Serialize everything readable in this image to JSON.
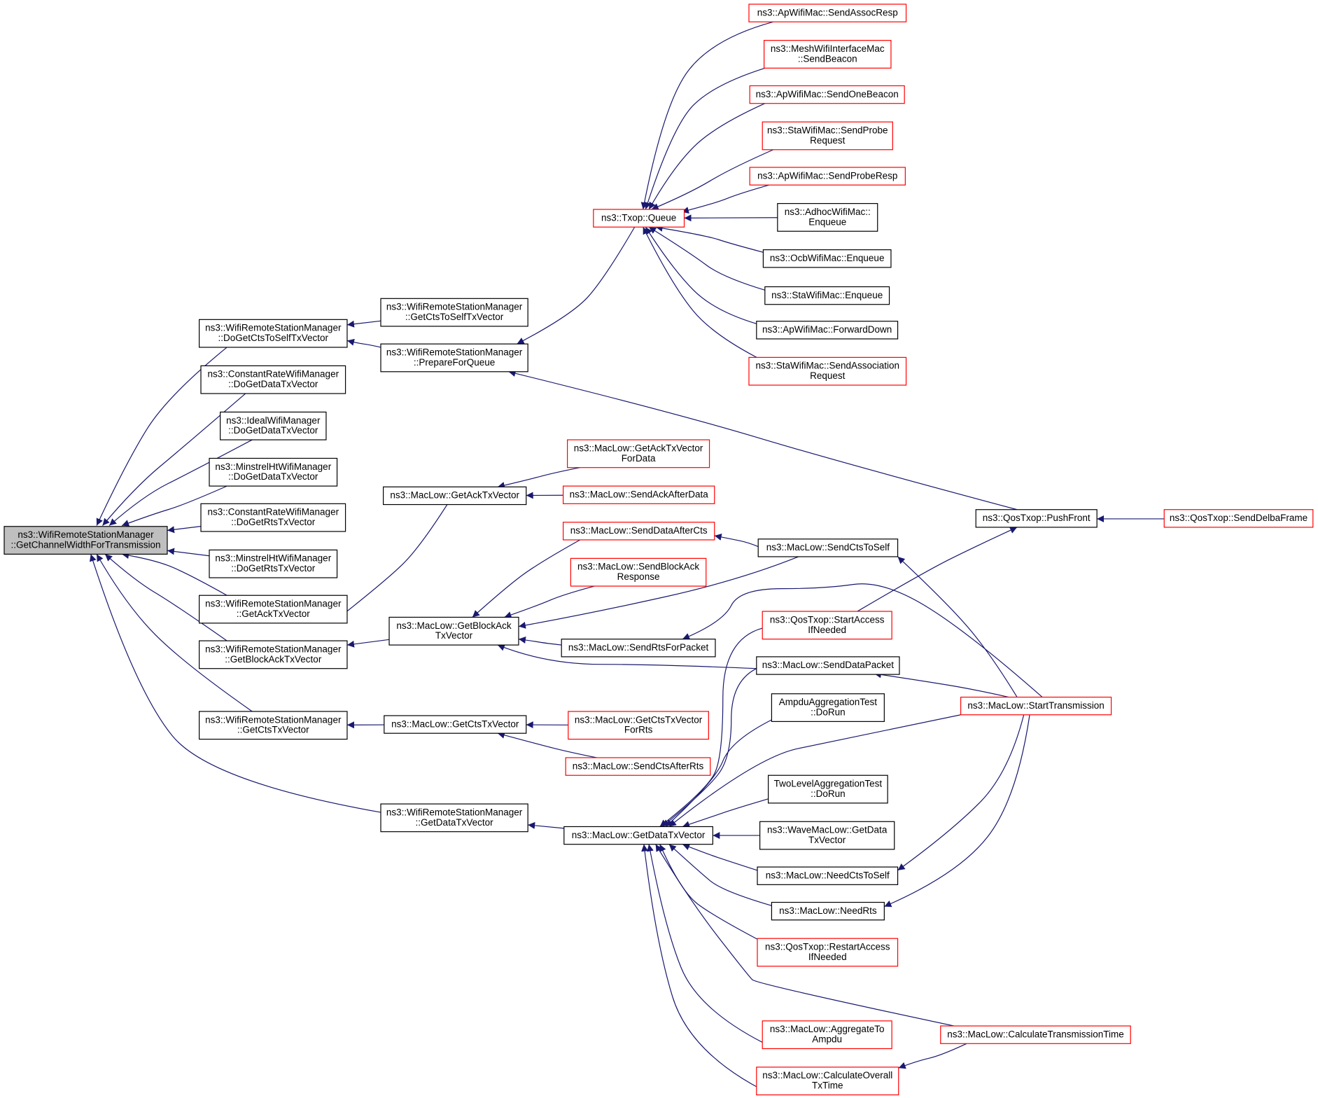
{
  "colors": {
    "edge": "#191970",
    "border_normal": "#000000",
    "border_truncated": "#ff0000",
    "root_fill": "#bfbfbf",
    "node_fill": "#ffffff",
    "text": "#000000"
  },
  "nodes": [
    {
      "id": "root",
      "lines": [
        "ns3::WifiRemoteStationManager",
        "::GetChannelWidthForTransmission"
      ],
      "style": "root"
    },
    {
      "id": "doGetCtsToSelf",
      "lines": [
        "ns3::WifiRemoteStationManager",
        "::DoGetCtsToSelfTxVector"
      ],
      "style": "normal"
    },
    {
      "id": "constDoGetData",
      "lines": [
        "ns3::ConstantRateWifiManager",
        "::DoGetDataTxVector"
      ],
      "style": "normal"
    },
    {
      "id": "idealDoGetData",
      "lines": [
        "ns3::IdealWifiManager",
        "::DoGetDataTxVector"
      ],
      "style": "normal"
    },
    {
      "id": "minstrelDoGetData",
      "lines": [
        "ns3::MinstrelHtWifiManager",
        "::DoGetDataTxVector"
      ],
      "style": "normal"
    },
    {
      "id": "constDoGetRts",
      "lines": [
        "ns3::ConstantRateWifiManager",
        "::DoGetRtsTxVector"
      ],
      "style": "normal"
    },
    {
      "id": "minstrelDoGetRts",
      "lines": [
        "ns3::MinstrelHtWifiManager",
        "::DoGetRtsTxVector"
      ],
      "style": "normal"
    },
    {
      "id": "wrsmGetAck",
      "lines": [
        "ns3::WifiRemoteStationManager",
        "::GetAckTxVector"
      ],
      "style": "normal"
    },
    {
      "id": "wrsmGetBlockAck",
      "lines": [
        "ns3::WifiRemoteStationManager",
        "::GetBlockAckTxVector"
      ],
      "style": "normal"
    },
    {
      "id": "wrsmGetCts",
      "lines": [
        "ns3::WifiRemoteStationManager",
        "::GetCtsTxVector"
      ],
      "style": "normal"
    },
    {
      "id": "wrsmGetCtsToSelf",
      "lines": [
        "ns3::WifiRemoteStationManager",
        "::GetCtsToSelfTxVector"
      ],
      "style": "normal"
    },
    {
      "id": "wrsmPrepare",
      "lines": [
        "ns3::WifiRemoteStationManager",
        "::PrepareForQueue"
      ],
      "style": "normal"
    },
    {
      "id": "wrsmGetData",
      "lines": [
        "ns3::WifiRemoteStationManager",
        "::GetDataTxVector"
      ],
      "style": "normal"
    },
    {
      "id": "macGetAck",
      "lines": [
        "ns3::MacLow::GetAckTxVector"
      ],
      "style": "normal"
    },
    {
      "id": "macGetBlockAck",
      "lines": [
        "ns3::MacLow::GetBlockAck",
        "TxVector"
      ],
      "style": "normal"
    },
    {
      "id": "macGetCts",
      "lines": [
        "ns3::MacLow::GetCtsTxVector"
      ],
      "style": "normal"
    },
    {
      "id": "macGetData",
      "lines": [
        "ns3::MacLow::GetDataTxVector"
      ],
      "style": "normal"
    },
    {
      "id": "txopQueue",
      "lines": [
        "ns3::Txop::Queue"
      ],
      "style": "truncated"
    },
    {
      "id": "apSendAssoc",
      "lines": [
        "ns3::ApWifiMac::SendAssocResp"
      ],
      "style": "truncated"
    },
    {
      "id": "meshSendBeacon",
      "lines": [
        "ns3::MeshWifiInterfaceMac",
        "::SendBeacon"
      ],
      "style": "truncated"
    },
    {
      "id": "apSendOneBeacon",
      "lines": [
        "ns3::ApWifiMac::SendOneBeacon"
      ],
      "style": "truncated"
    },
    {
      "id": "staSendProbe",
      "lines": [
        "ns3::StaWifiMac::SendProbe",
        "Request"
      ],
      "style": "truncated"
    },
    {
      "id": "apSendProbeResp",
      "lines": [
        "ns3::ApWifiMac::SendProbeResp"
      ],
      "style": "truncated"
    },
    {
      "id": "adhocEnqueue",
      "lines": [
        "ns3::AdhocWifiMac::",
        "Enqueue"
      ],
      "style": "normal"
    },
    {
      "id": "ocbEnqueue",
      "lines": [
        "ns3::OcbWifiMac::Enqueue"
      ],
      "style": "normal"
    },
    {
      "id": "staEnqueue",
      "lines": [
        "ns3::StaWifiMac::Enqueue"
      ],
      "style": "normal"
    },
    {
      "id": "apForwardDown",
      "lines": [
        "ns3::ApWifiMac::ForwardDown"
      ],
      "style": "normal"
    },
    {
      "id": "staSendAssocReq",
      "lines": [
        "ns3::StaWifiMac::SendAssociation",
        "Request"
      ],
      "style": "truncated"
    },
    {
      "id": "getAckForData",
      "lines": [
        "ns3::MacLow::GetAckTxVector",
        "ForData"
      ],
      "style": "truncated"
    },
    {
      "id": "sendAckAfterData",
      "lines": [
        "ns3::MacLow::SendAckAfterData"
      ],
      "style": "truncated"
    },
    {
      "id": "sendDataAfterCts",
      "lines": [
        "ns3::MacLow::SendDataAfterCts"
      ],
      "style": "truncated"
    },
    {
      "id": "sendBlockAckResp",
      "lines": [
        "ns3::MacLow::SendBlockAck",
        "Response"
      ],
      "style": "truncated"
    },
    {
      "id": "sendRtsForPacket",
      "lines": [
        "ns3::MacLow::SendRtsForPacket"
      ],
      "style": "normal"
    },
    {
      "id": "getCtsForRts",
      "lines": [
        "ns3::MacLow::GetCtsTxVector",
        "ForRts"
      ],
      "style": "truncated"
    },
    {
      "id": "sendCtsAfterRts",
      "lines": [
        "ns3::MacLow::SendCtsAfterRts"
      ],
      "style": "truncated"
    },
    {
      "id": "qosPushFront",
      "lines": [
        "ns3::QosTxop::PushFront"
      ],
      "style": "normal"
    },
    {
      "id": "qosSendDelba",
      "lines": [
        "ns3::QosTxop::SendDelbaFrame"
      ],
      "style": "truncated"
    },
    {
      "id": "sendCtsToSelf",
      "lines": [
        "ns3::MacLow::SendCtsToSelf"
      ],
      "style": "normal"
    },
    {
      "id": "qosStartAccess",
      "lines": [
        "ns3::QosTxop::StartAccess",
        "IfNeeded"
      ],
      "style": "truncated"
    },
    {
      "id": "sendDataPacket",
      "lines": [
        "ns3::MacLow::SendDataPacket"
      ],
      "style": "normal"
    },
    {
      "id": "ampduTest",
      "lines": [
        "AmpduAggregationTest",
        "::DoRun"
      ],
      "style": "normal"
    },
    {
      "id": "startTransmission",
      "lines": [
        "ns3::MacLow::StartTransmission"
      ],
      "style": "truncated"
    },
    {
      "id": "twoLevelTest",
      "lines": [
        "TwoLevelAggregationTest",
        "::DoRun"
      ],
      "style": "normal"
    },
    {
      "id": "waveGetData",
      "lines": [
        "ns3::WaveMacLow::GetData",
        "TxVector"
      ],
      "style": "normal"
    },
    {
      "id": "needCtsToSelf",
      "lines": [
        "ns3::MacLow::NeedCtsToSelf"
      ],
      "style": "normal"
    },
    {
      "id": "needRts",
      "lines": [
        "ns3::MacLow::NeedRts"
      ],
      "style": "normal"
    },
    {
      "id": "qosRestartAccess",
      "lines": [
        "ns3::QosTxop::RestartAccess",
        "IfNeeded"
      ],
      "style": "truncated"
    },
    {
      "id": "aggregateToAmpdu",
      "lines": [
        "ns3::MacLow::AggregateTo",
        "Ampdu"
      ],
      "style": "truncated"
    },
    {
      "id": "calcTransmissionTime",
      "lines": [
        "ns3::MacLow::CalculateTransmissionTime"
      ],
      "style": "truncated"
    },
    {
      "id": "calcOverallTxTime",
      "lines": [
        "ns3::MacLow::CalculateOverall",
        "TxTime"
      ],
      "style": "truncated"
    }
  ],
  "edges": [
    [
      "doGetCtsToSelf",
      "root"
    ],
    [
      "constDoGetData",
      "root"
    ],
    [
      "idealDoGetData",
      "root"
    ],
    [
      "minstrelDoGetData",
      "root"
    ],
    [
      "constDoGetRts",
      "root"
    ],
    [
      "minstrelDoGetRts",
      "root"
    ],
    [
      "wrsmGetAck",
      "root"
    ],
    [
      "wrsmGetBlockAck",
      "root"
    ],
    [
      "wrsmGetCts",
      "root"
    ],
    [
      "wrsmGetData",
      "root"
    ],
    [
      "wrsmGetCtsToSelf",
      "doGetCtsToSelf"
    ],
    [
      "wrsmPrepare",
      "doGetCtsToSelf"
    ],
    [
      "macGetAck",
      "wrsmGetAck"
    ],
    [
      "macGetBlockAck",
      "wrsmGetBlockAck"
    ],
    [
      "macGetCts",
      "wrsmGetCts"
    ],
    [
      "macGetData",
      "wrsmGetData"
    ],
    [
      "txopQueue",
      "wrsmPrepare"
    ],
    [
      "qosPushFront",
      "wrsmPrepare"
    ],
    [
      "apSendAssoc",
      "txopQueue"
    ],
    [
      "meshSendBeacon",
      "txopQueue"
    ],
    [
      "apSendOneBeacon",
      "txopQueue"
    ],
    [
      "staSendProbe",
      "txopQueue"
    ],
    [
      "apSendProbeResp",
      "txopQueue"
    ],
    [
      "adhocEnqueue",
      "txopQueue"
    ],
    [
      "ocbEnqueue",
      "txopQueue"
    ],
    [
      "staEnqueue",
      "txopQueue"
    ],
    [
      "apForwardDown",
      "txopQueue"
    ],
    [
      "staSendAssocReq",
      "txopQueue"
    ],
    [
      "getAckForData",
      "macGetAck"
    ],
    [
      "sendAckAfterData",
      "macGetAck"
    ],
    [
      "sendDataAfterCts",
      "macGetBlockAck"
    ],
    [
      "sendBlockAckResp",
      "macGetBlockAck"
    ],
    [
      "sendCtsToSelf",
      "macGetBlockAck"
    ],
    [
      "sendRtsForPacket",
      "macGetBlockAck"
    ],
    [
      "sendDataPacket",
      "macGetBlockAck"
    ],
    [
      "getCtsForRts",
      "macGetCts"
    ],
    [
      "sendCtsAfterRts",
      "macGetCts"
    ],
    [
      "qosSendDelba",
      "qosPushFront"
    ],
    [
      "qosStartAccess",
      "qosPushFront"
    ],
    [
      "sendCtsToSelf",
      "sendDataAfterCts"
    ],
    [
      "startTransmission",
      "sendCtsToSelf"
    ],
    [
      "startTransmission",
      "sendRtsForPacket"
    ],
    [
      "startTransmission",
      "sendDataPacket"
    ],
    [
      "qosStartAccess",
      "macGetData"
    ],
    [
      "sendDataPacket",
      "macGetData"
    ],
    [
      "ampduTest",
      "macGetData"
    ],
    [
      "startTransmission",
      "macGetData"
    ],
    [
      "twoLevelTest",
      "macGetData"
    ],
    [
      "waveGetData",
      "macGetData"
    ],
    [
      "needCtsToSelf",
      "macGetData"
    ],
    [
      "needRts",
      "macGetData"
    ],
    [
      "qosRestartAccess",
      "macGetData"
    ],
    [
      "calcTransmissionTime",
      "macGetData"
    ],
    [
      "aggregateToAmpdu",
      "macGetData"
    ],
    [
      "calcOverallTxTime",
      "macGetData"
    ],
    [
      "startTransmission",
      "needCtsToSelf"
    ],
    [
      "startTransmission",
      "needRts"
    ],
    [
      "calcTransmissionTime",
      "calcOverallTxTime"
    ]
  ]
}
